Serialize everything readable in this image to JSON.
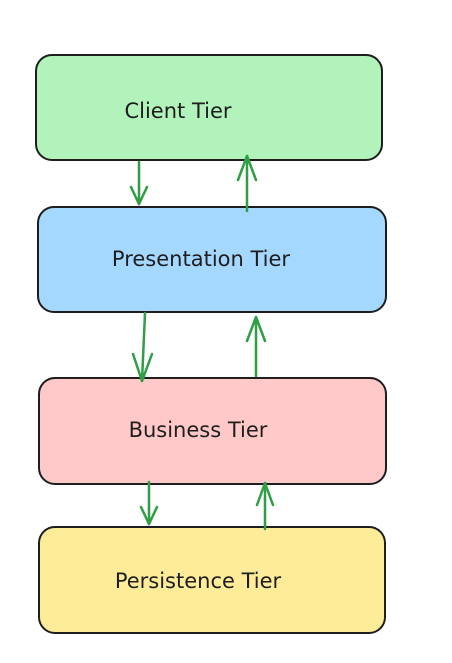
{
  "tiers": [
    {
      "label": "Client Tier",
      "color": "#b2f2bb"
    },
    {
      "label": "Presentation Tier",
      "color": "#a5d8ff"
    },
    {
      "label": "Business Tier",
      "color": "#ffc9c9"
    },
    {
      "label": "Persistence Tier",
      "color": "#ffec99"
    }
  ],
  "arrow_color": "#2f9e44",
  "connections": [
    {
      "from": "Client Tier",
      "to": "Presentation Tier",
      "direction": "down"
    },
    {
      "from": "Presentation Tier",
      "to": "Client Tier",
      "direction": "up"
    },
    {
      "from": "Presentation Tier",
      "to": "Business Tier",
      "direction": "down"
    },
    {
      "from": "Business Tier",
      "to": "Presentation Tier",
      "direction": "up"
    },
    {
      "from": "Business Tier",
      "to": "Persistence Tier",
      "direction": "down"
    },
    {
      "from": "Persistence Tier",
      "to": "Business Tier",
      "direction": "up"
    }
  ]
}
